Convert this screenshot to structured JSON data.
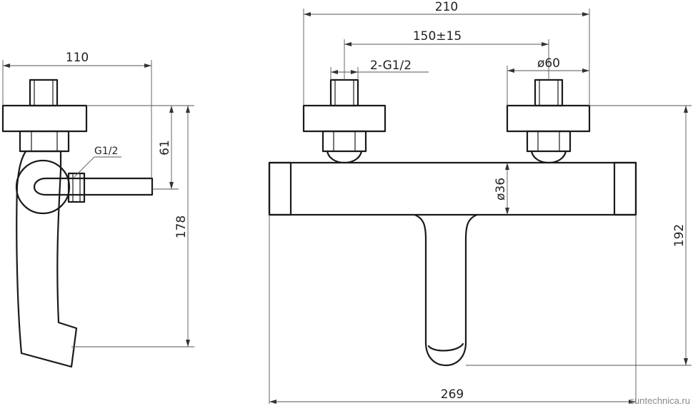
{
  "dimensions": {
    "side_width": "110",
    "side_upper_height": "61",
    "side_total_height": "178",
    "side_thread": "G1/2",
    "front_overall": "210",
    "front_center_distance": "150±15",
    "front_thread": "2-G1/2",
    "front_flange_diameter": "ø60",
    "front_body_diameter": "ø36",
    "front_total_height": "192",
    "front_total_width": "269"
  },
  "watermark": "suntechnica.ru"
}
